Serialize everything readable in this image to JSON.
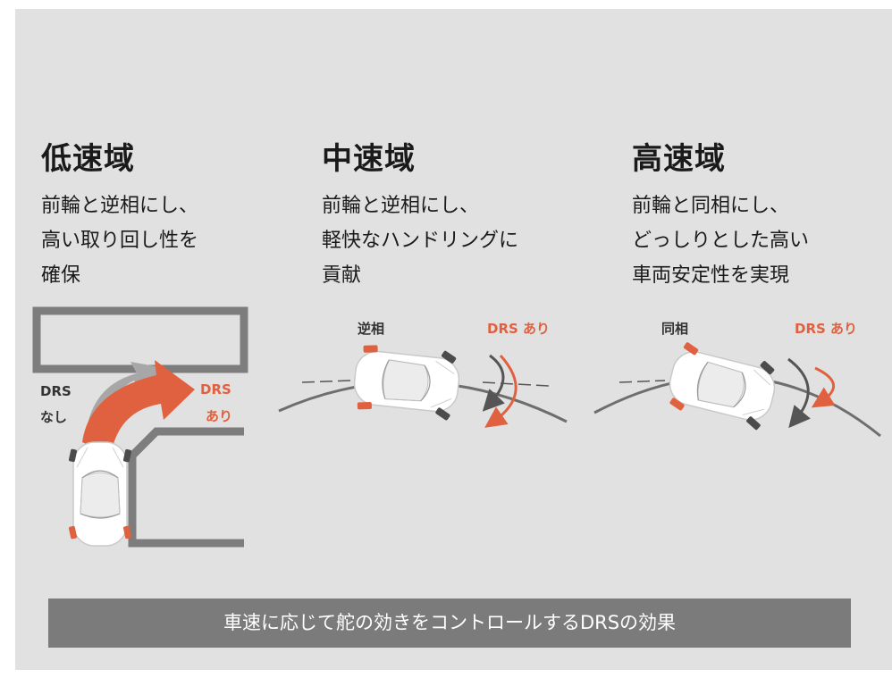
{
  "columns": [
    {
      "heading": "低速域",
      "lines": [
        "前輪と逆相にし、",
        "高い取り回し性を",
        "確保"
      ]
    },
    {
      "heading": "中速域",
      "lines": [
        "前輪と逆相にし、",
        "軽快なハンドリングに",
        "貢献"
      ]
    },
    {
      "heading": "高速域",
      "lines": [
        "前輪と同相にし、",
        "どっしりとした高い",
        "車両安定性を実現"
      ]
    }
  ],
  "diagram_labels": {
    "low_without_1": "DRS",
    "low_without_2": "なし",
    "low_with_1": "DRS",
    "low_with_2": "あり",
    "mid_phase": "逆相",
    "mid_drs": "DRS あり",
    "high_phase": "同相",
    "high_drs": "DRS あり"
  },
  "footer": "車速に応じて舵の効きをコントロールするDRSの効果",
  "colors": {
    "accent": "#e0613f",
    "panel": "#e1e1e1",
    "footer_bg": "#7b7b7b",
    "wall": "#7d7d7d"
  }
}
